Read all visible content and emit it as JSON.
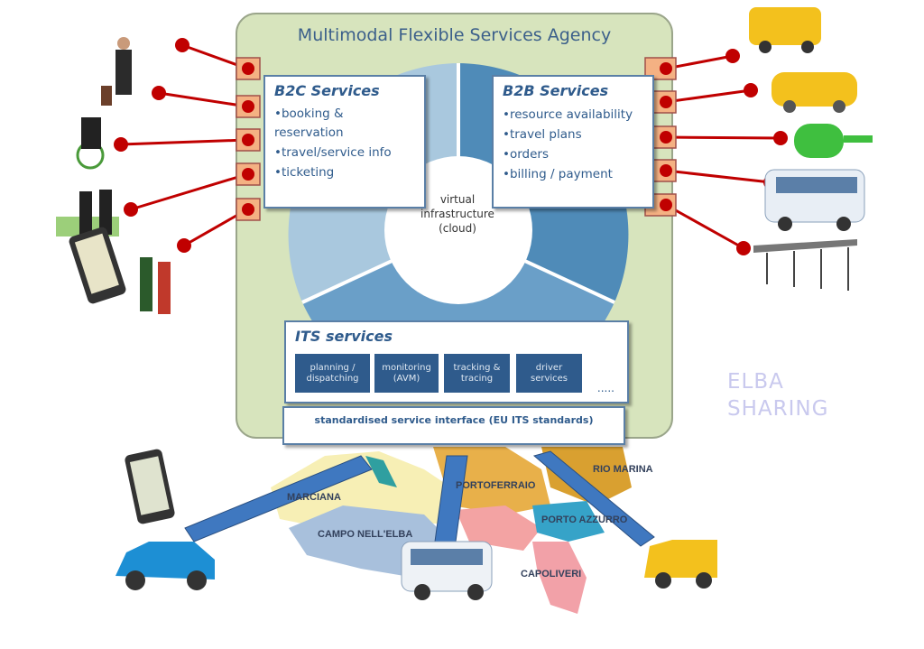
{
  "title": "Multimodal Flexible Services Agency",
  "b2c": {
    "heading": "B2C Services",
    "items": [
      "•booking & reservation",
      "•travel/service info",
      "•ticketing"
    ]
  },
  "b2b": {
    "heading": "B2B Services",
    "items": [
      "•resource availability",
      "•travel plans",
      "•orders",
      "•billing / payment"
    ]
  },
  "cloud": {
    "line1": "virtual",
    "line2": "infrastructure",
    "line3": "(cloud)"
  },
  "its": {
    "heading": "ITS services",
    "tiles": [
      {
        "l1": "planning /",
        "l2": "dispatching"
      },
      {
        "l1": "monitoring",
        "l2": "(AVM)"
      },
      {
        "l1": "tracking &",
        "l2": "tracing"
      },
      {
        "l1": "driver",
        "l2": "services"
      }
    ],
    "more": "....."
  },
  "interface": "standardised service interface (EU ITS standards)",
  "brand": {
    "line1": "ELBA",
    "line2": "SHARING"
  },
  "map_towns": [
    "MARCIANA",
    "CAMPO NELL'ELBA",
    "PORTOFERRAIO",
    "RIO MARINA",
    "PORTO AZZURRO",
    "CAPOLIVERI"
  ],
  "colors": {
    "panel": "#d7e4bd",
    "accent": "#2f5b8c",
    "connector": "#f4b183",
    "link": "#c00000"
  }
}
